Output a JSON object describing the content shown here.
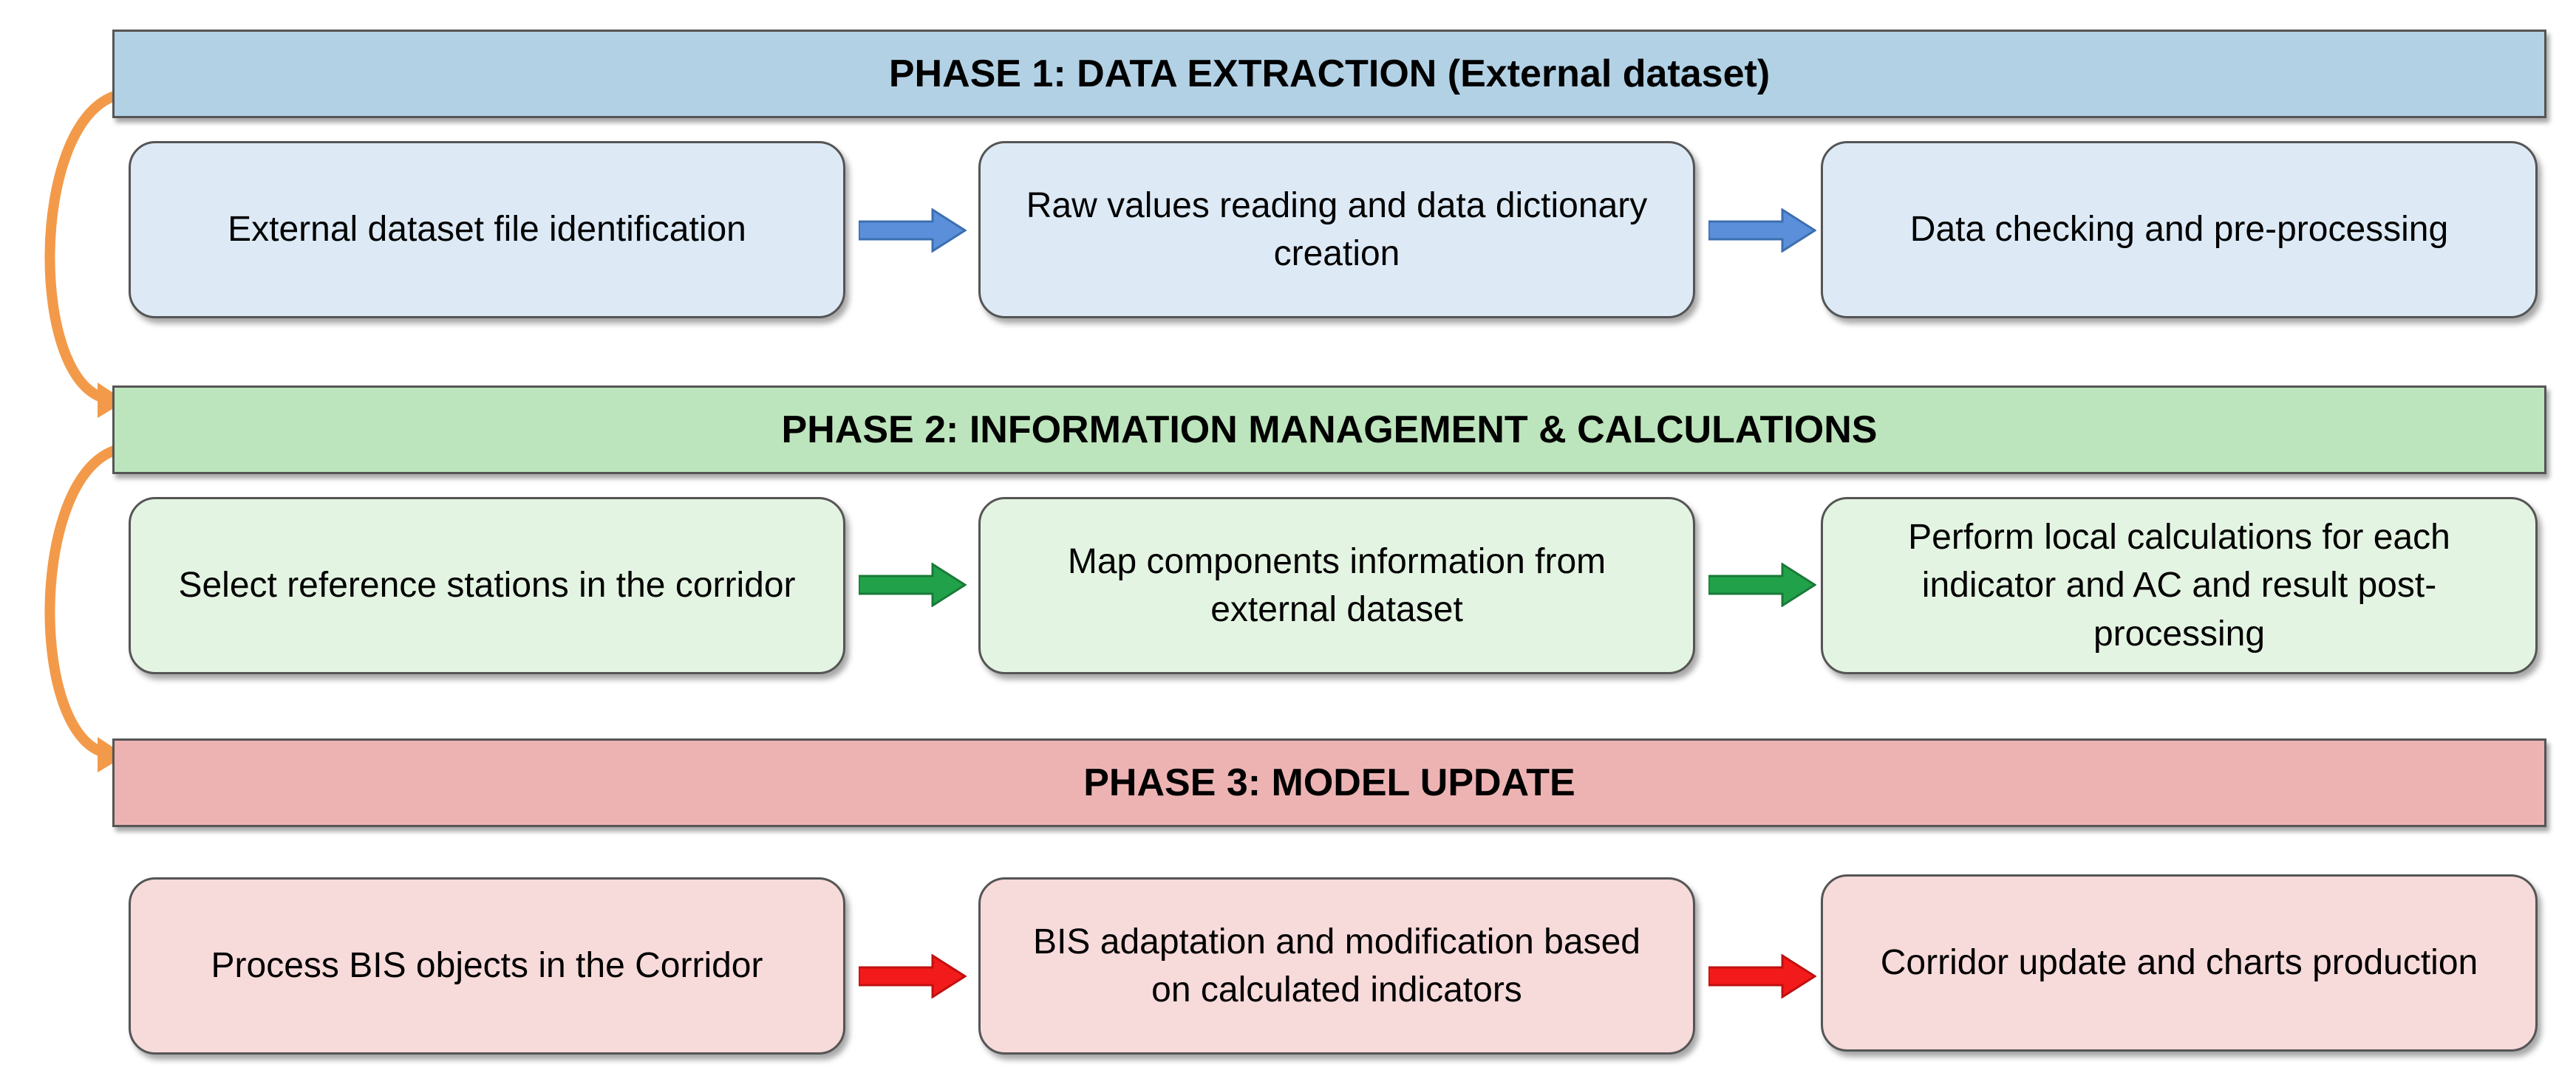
{
  "colors": {
    "phase1_bar": "#b2d1e5",
    "phase1_box": "#ddeaf6",
    "phase1_arrow": "#5b8fd9",
    "phase2_bar": "#bde5bd",
    "phase2_box": "#e4f4e2",
    "phase2_arrow": "#21a24a",
    "phase3_bar": "#edb3b3",
    "phase3_box": "#f7dada",
    "phase3_arrow": "#f21a1a",
    "connector": "#f39a4a"
  },
  "phases": [
    {
      "title": "PHASE 1: DATA EXTRACTION (External dataset)",
      "steps": [
        "External dataset file identification",
        "Raw values reading and data dictionary creation",
        "Data checking and pre-processing"
      ]
    },
    {
      "title": "PHASE 2: INFORMATION MANAGEMENT & CALCULATIONS",
      "steps": [
        "Select reference stations in the corridor",
        "Map components information from external dataset",
        "Perform local calculations for each indicator and AC and result post-processing"
      ]
    },
    {
      "title": "PHASE 3: MODEL UPDATE",
      "steps": [
        "Process BIS objects in the Corridor",
        "BIS adaptation and modification based on calculated indicators",
        "Corridor update and charts production"
      ]
    }
  ]
}
